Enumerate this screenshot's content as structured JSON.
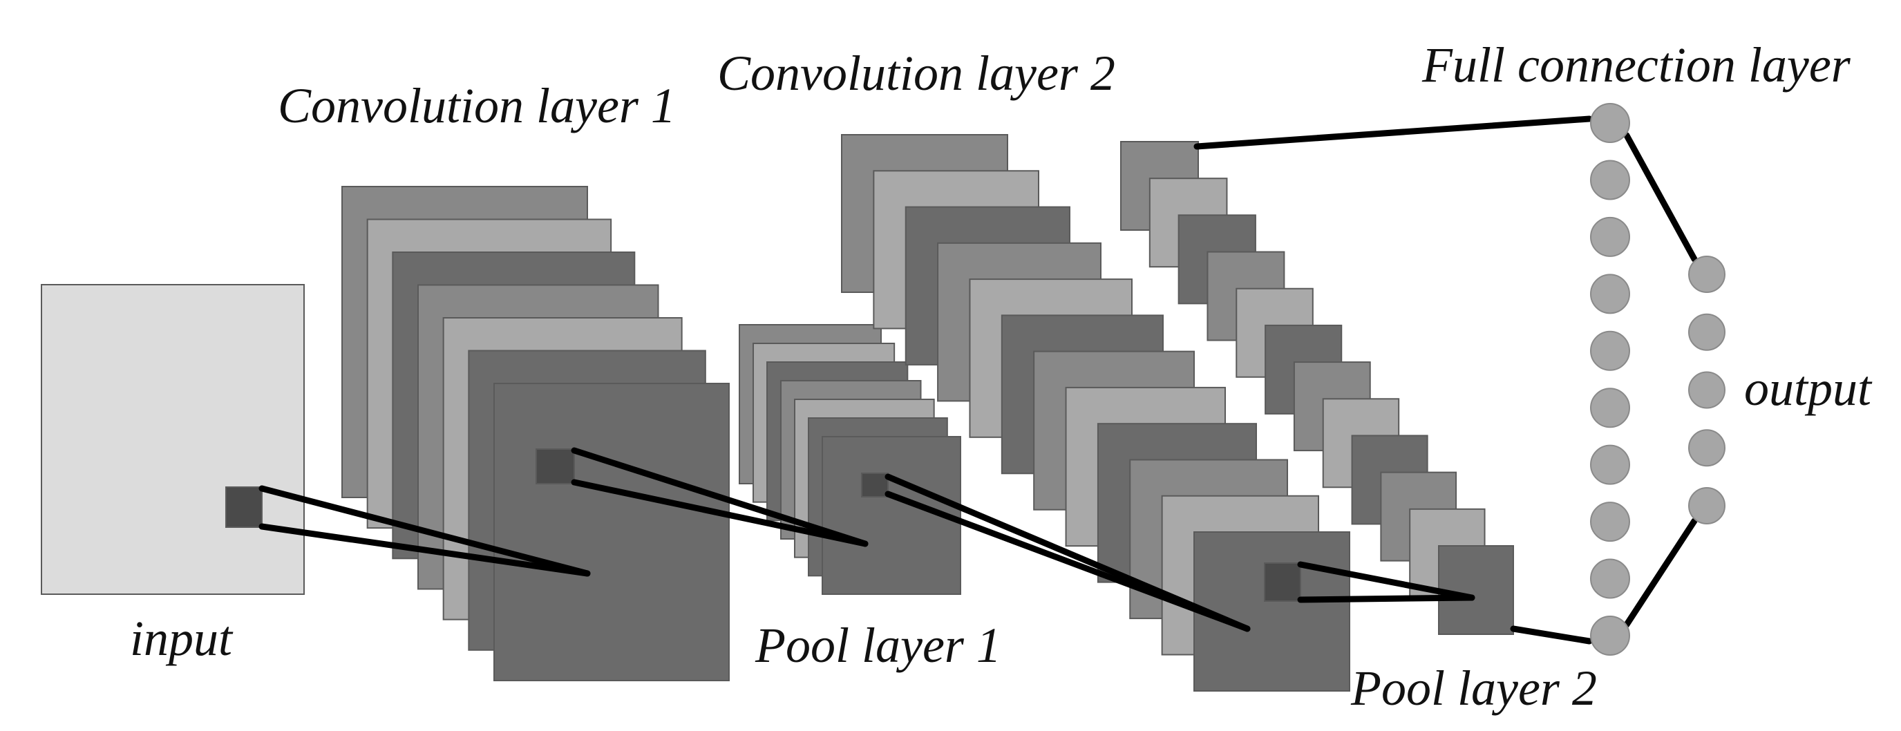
{
  "labels": {
    "input": "input",
    "conv1": "Convolution layer 1",
    "conv2": "Convolution layer 2",
    "pool1": "Pool layer 1",
    "pool2": "Pool layer 2",
    "full": "Full connection layer",
    "output": "output"
  },
  "colors": {
    "background": "#ffffff",
    "map_dark": "#6b6b6b",
    "map_mid": "#888888",
    "map_light": "#a9a9a9",
    "input_fill": "#dcdcdc",
    "kernel": "#4a4a4a",
    "node": "#a6a6a6",
    "link": "#000000"
  },
  "network": {
    "conv1_feature_maps": 7,
    "pool1_feature_maps": 7,
    "conv2_feature_maps": 12,
    "pool2_feature_maps": 12,
    "full_connection_nodes": 10,
    "output_nodes": 5
  }
}
